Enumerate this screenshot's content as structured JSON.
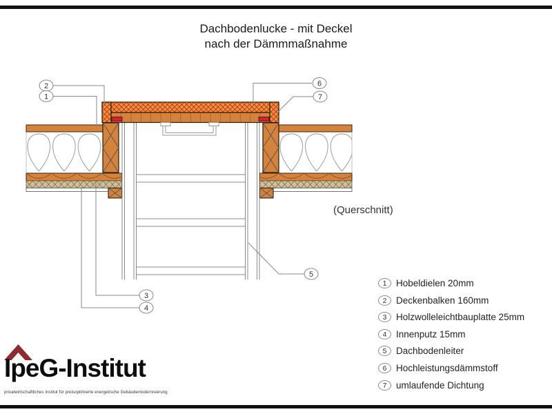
{
  "page": {
    "title_line1": "Dachbodenlucke - mit Deckel",
    "title_line2": "nach der Dämmmaßnahme",
    "section_label": "(Querschnitt)"
  },
  "callouts": [
    {
      "num": "1",
      "target": "hobeldielen-floorboard"
    },
    {
      "num": "2",
      "target": "deckenbalken-joist"
    },
    {
      "num": "3",
      "target": "holzwolleleichtbauplatte-layer"
    },
    {
      "num": "4",
      "target": "innenputz-layer"
    },
    {
      "num": "5",
      "target": "dachbodenleiter-ladder"
    },
    {
      "num": "6",
      "target": "hochleistungsdaemmstoff-lid-insulation"
    },
    {
      "num": "7",
      "target": "umlaufende-dichtung-seal"
    }
  ],
  "legend": {
    "items": [
      {
        "num": "1",
        "label": "Hobeldielen 20mm"
      },
      {
        "num": "2",
        "label": "Deckenbalken 160mm"
      },
      {
        "num": "3",
        "label": "Holzwolleleichtbauplatte 25mm"
      },
      {
        "num": "4",
        "label": "Innenputz 15mm"
      },
      {
        "num": "5",
        "label": "Dachbodenleiter"
      },
      {
        "num": "6",
        "label": "Hochleistungsdämmstoff"
      },
      {
        "num": "7",
        "label": "umlaufende Dichtung"
      }
    ]
  },
  "logo": {
    "name": "IpeG-Institut",
    "tagline": "privatwirtschaftliches Institut für preisoptimierte energetische Gebäudemodernisierung"
  },
  "colors": {
    "wood": "#d4823c",
    "wood_dark": "#8a4a16",
    "hatch_bg": "#ef9440",
    "hatch_line": "#c03818",
    "seal": "#e4192b",
    "tan": "#cfc09a",
    "tan_line": "#7d6f45",
    "roof": "#8f2b33"
  }
}
